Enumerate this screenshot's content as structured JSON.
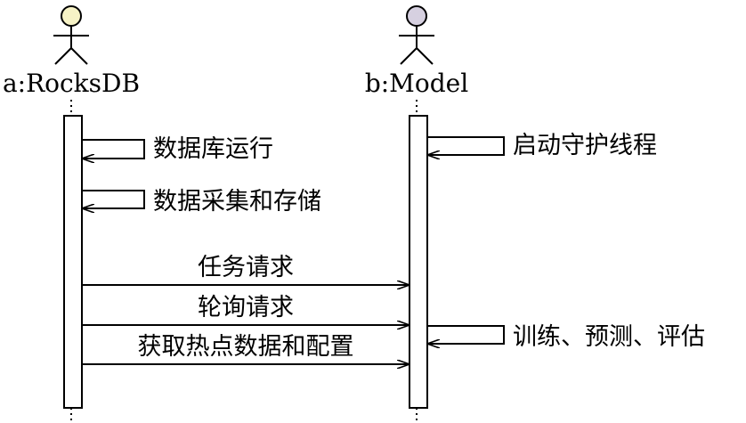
{
  "diagram": {
    "type": "sequence",
    "actors": [
      {
        "name": "a:RocksDB",
        "head_color": "#f7f3c6"
      },
      {
        "name": "b:Model",
        "head_color": "#d6d0e0"
      }
    ],
    "self_messages": [
      {
        "actor": "a:RocksDB",
        "text": "数据库运行"
      },
      {
        "actor": "a:RocksDB",
        "text": "数据采集和存储"
      },
      {
        "actor": "b:Model",
        "text": "启动守护线程"
      },
      {
        "actor": "b:Model",
        "text": "训练、预测、评估"
      }
    ],
    "messages": [
      {
        "from": "a:RocksDB",
        "to": "b:Model",
        "text": "任务请求"
      },
      {
        "from": "a:RocksDB",
        "to": "b:Model",
        "text": "轮询请求"
      },
      {
        "from": "a:RocksDB",
        "to": "b:Model",
        "text": "获取热点数据和配置"
      }
    ]
  }
}
